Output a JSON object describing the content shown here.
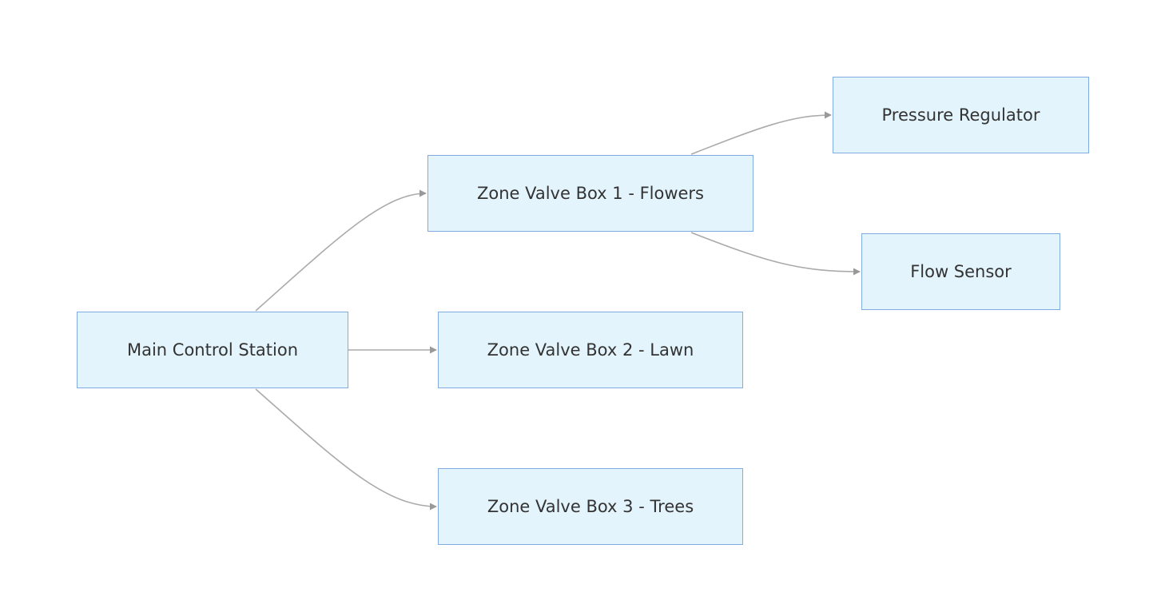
{
  "nodes": {
    "main": "Main Control Station",
    "zone1": "Zone Valve Box 1 - Flowers",
    "zone2": "Zone Valve Box 2 - Lawn",
    "zone3": "Zone Valve Box 3 - Trees",
    "pressure": "Pressure Regulator",
    "flow": "Flow Sensor"
  },
  "edges": [
    {
      "from": "Main Control Station",
      "to": "Zone Valve Box 1 - Flowers"
    },
    {
      "from": "Main Control Station",
      "to": "Zone Valve Box 2 - Lawn"
    },
    {
      "from": "Main Control Station",
      "to": "Zone Valve Box 3 - Trees"
    },
    {
      "from": "Zone Valve Box 1 - Flowers",
      "to": "Pressure Regulator"
    },
    {
      "from": "Zone Valve Box 1 - Flowers",
      "to": "Flow Sensor"
    }
  ],
  "colors": {
    "node_fill": "#e3f4fc",
    "node_border": "#7fabe0",
    "edge": "#aaaaaa",
    "text": "#333333"
  }
}
